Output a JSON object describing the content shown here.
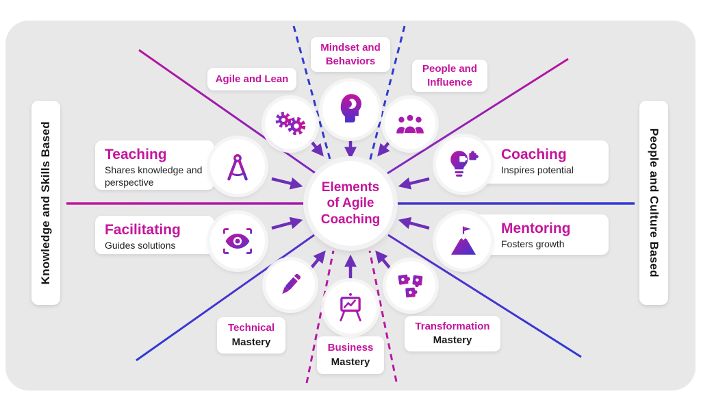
{
  "colors": {
    "magenta": "#c4149c",
    "blue": "#2c3ad4",
    "purple_arrow": "#6d2eb8",
    "panel_bg": "#e9e8e9",
    "text_dark": "#1c1c1c"
  },
  "center": {
    "line1": "Elements",
    "line2": "of Agile",
    "line3": "Coaching"
  },
  "side_labels": {
    "left": "Knowledge and Skills Based",
    "right": "People and Culture Based"
  },
  "badges": [
    {
      "label": "Agile and Lean",
      "icon": "gears-icon"
    },
    {
      "label": "Mindset and Behaviors",
      "icon": "head-mind-icon"
    },
    {
      "label": "People and Influence",
      "icon": "people-group-icon"
    }
  ],
  "cards": [
    {
      "title": "Teaching",
      "subtitle": "Shares knowledge and perspective",
      "icon": "drafting-compass-icon"
    },
    {
      "title": "Coaching",
      "subtitle": "Inspires potential",
      "icon": "lightbulb-puzzle-icon"
    },
    {
      "title": "Facilitating",
      "subtitle": "Guides solutions",
      "icon": "eye-focus-icon"
    },
    {
      "title": "Mentoring",
      "subtitle": "Fosters growth",
      "icon": "mountain-flag-icon"
    }
  ],
  "mastery": [
    {
      "title": "Technical",
      "subtitle": "Mastery",
      "icon": "pencil-icon"
    },
    {
      "title": "Business",
      "subtitle": "Mastery",
      "icon": "chart-easel-icon"
    },
    {
      "title": "Transformation",
      "subtitle": "Mastery",
      "icon": "puzzle-pieces-icon"
    }
  ]
}
